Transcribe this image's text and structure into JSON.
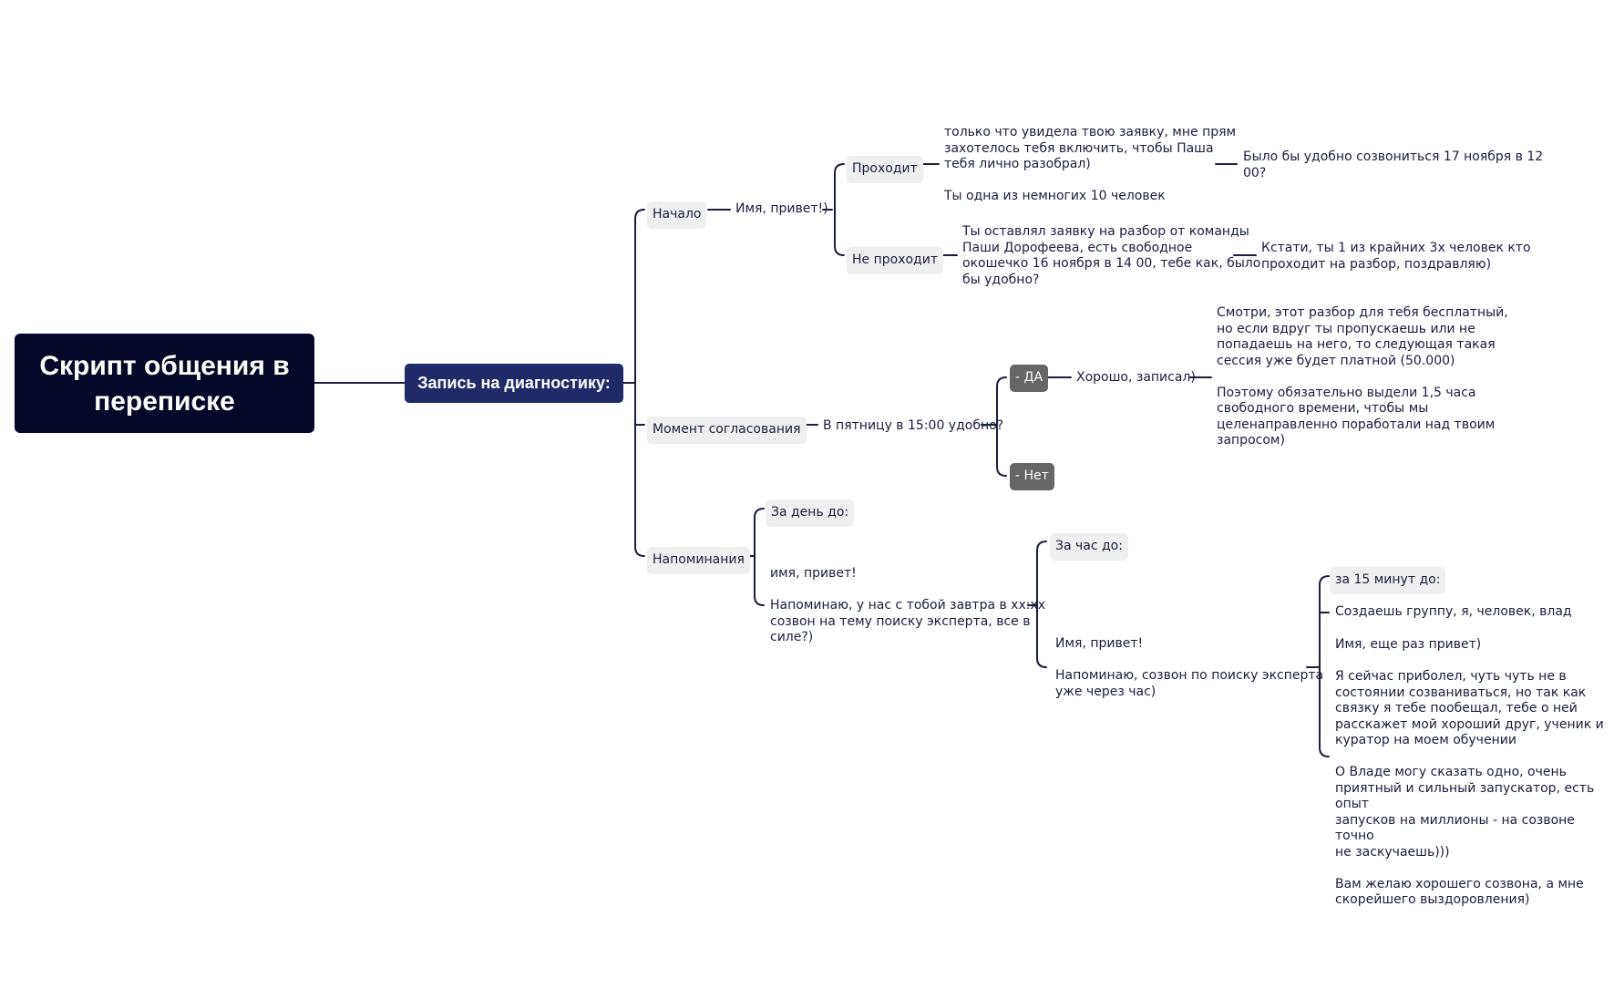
{
  "root": {
    "title": "Скрипт общения в\nпереписке"
  },
  "main": {
    "title": "Запись на диагностику:"
  },
  "start": {
    "label": "Начало",
    "greeting": "Имя, привет!)",
    "passes": {
      "label": "Проходит",
      "message": "только что увидела твою заявку, мне прям\nзахотелось тебя включить, чтобы Паша\nтебя лично разобрал)\n\nТы одна из немногих 10 человек",
      "followup": "Было бы удобно созвониться 17 ноября в 12\n00?"
    },
    "not_passes": {
      "label": "Не проходит",
      "message": "Ты оставлял заявку на разбор от команды\nПаши Дорофеева, есть свободное\nокошечко 16 ноября в 14 00, тебе как, было\nбы удобно?",
      "followup": "Кстати, ты 1 из крайних 3х человек кто\nпроходит на разбор, поздравляю)"
    }
  },
  "agreement": {
    "label": "Момент согласования",
    "question": "В пятницу в 15:00 удобно?",
    "yes": {
      "label": "- ДА",
      "reply": "Хорошо, записал)",
      "note": "Смотри, этот разбор для тебя бесплатный,\nно если вдруг ты пропускаешь или не\nпопадаешь на него, то следующая такая\nсессия уже будет платной (50.000)\n\nПоэтому обязательно выдели 1,5 часа\nсвободного времени, чтобы мы\nцеленаправленно поработали над твоим\nзапросом)"
    },
    "no": {
      "label": "- Нет"
    }
  },
  "reminders": {
    "label": "Напоминания",
    "day_before": {
      "label": "За день до:",
      "message": "имя, привет!\n\nНапоминаю, у нас с тобой завтра в хх:хх\nсозвон на тему поиску эксперта, все в\nсиле?)"
    },
    "hour_before": {
      "label": "За час до:",
      "message": "Имя, привет!\n\nНапоминаю, созвон по поиску эксперта\nуже через час)"
    },
    "min15_before": {
      "label": "за 15 минут до:",
      "create_group": "Создаешь группу, я, человек, влад",
      "message": "Имя, еще раз привет)\n\nЯ сейчас приболел, чуть чуть не в\nсостоянии созваниваться, но так как\nсвязку я тебе пообещал, тебе о ней\nрасскажет мой хороший друг, ученик и\nкуратор на моем обучении\n\nО Владе могу сказать одно, очень\nприятный и сильный запускатор, есть опыт\nзапусков на миллионы - на созвоне точно\nне заскучаешь)))\n\nВам желаю хорошего созвона, а мне\nскорейшего выздоровления)"
    }
  }
}
